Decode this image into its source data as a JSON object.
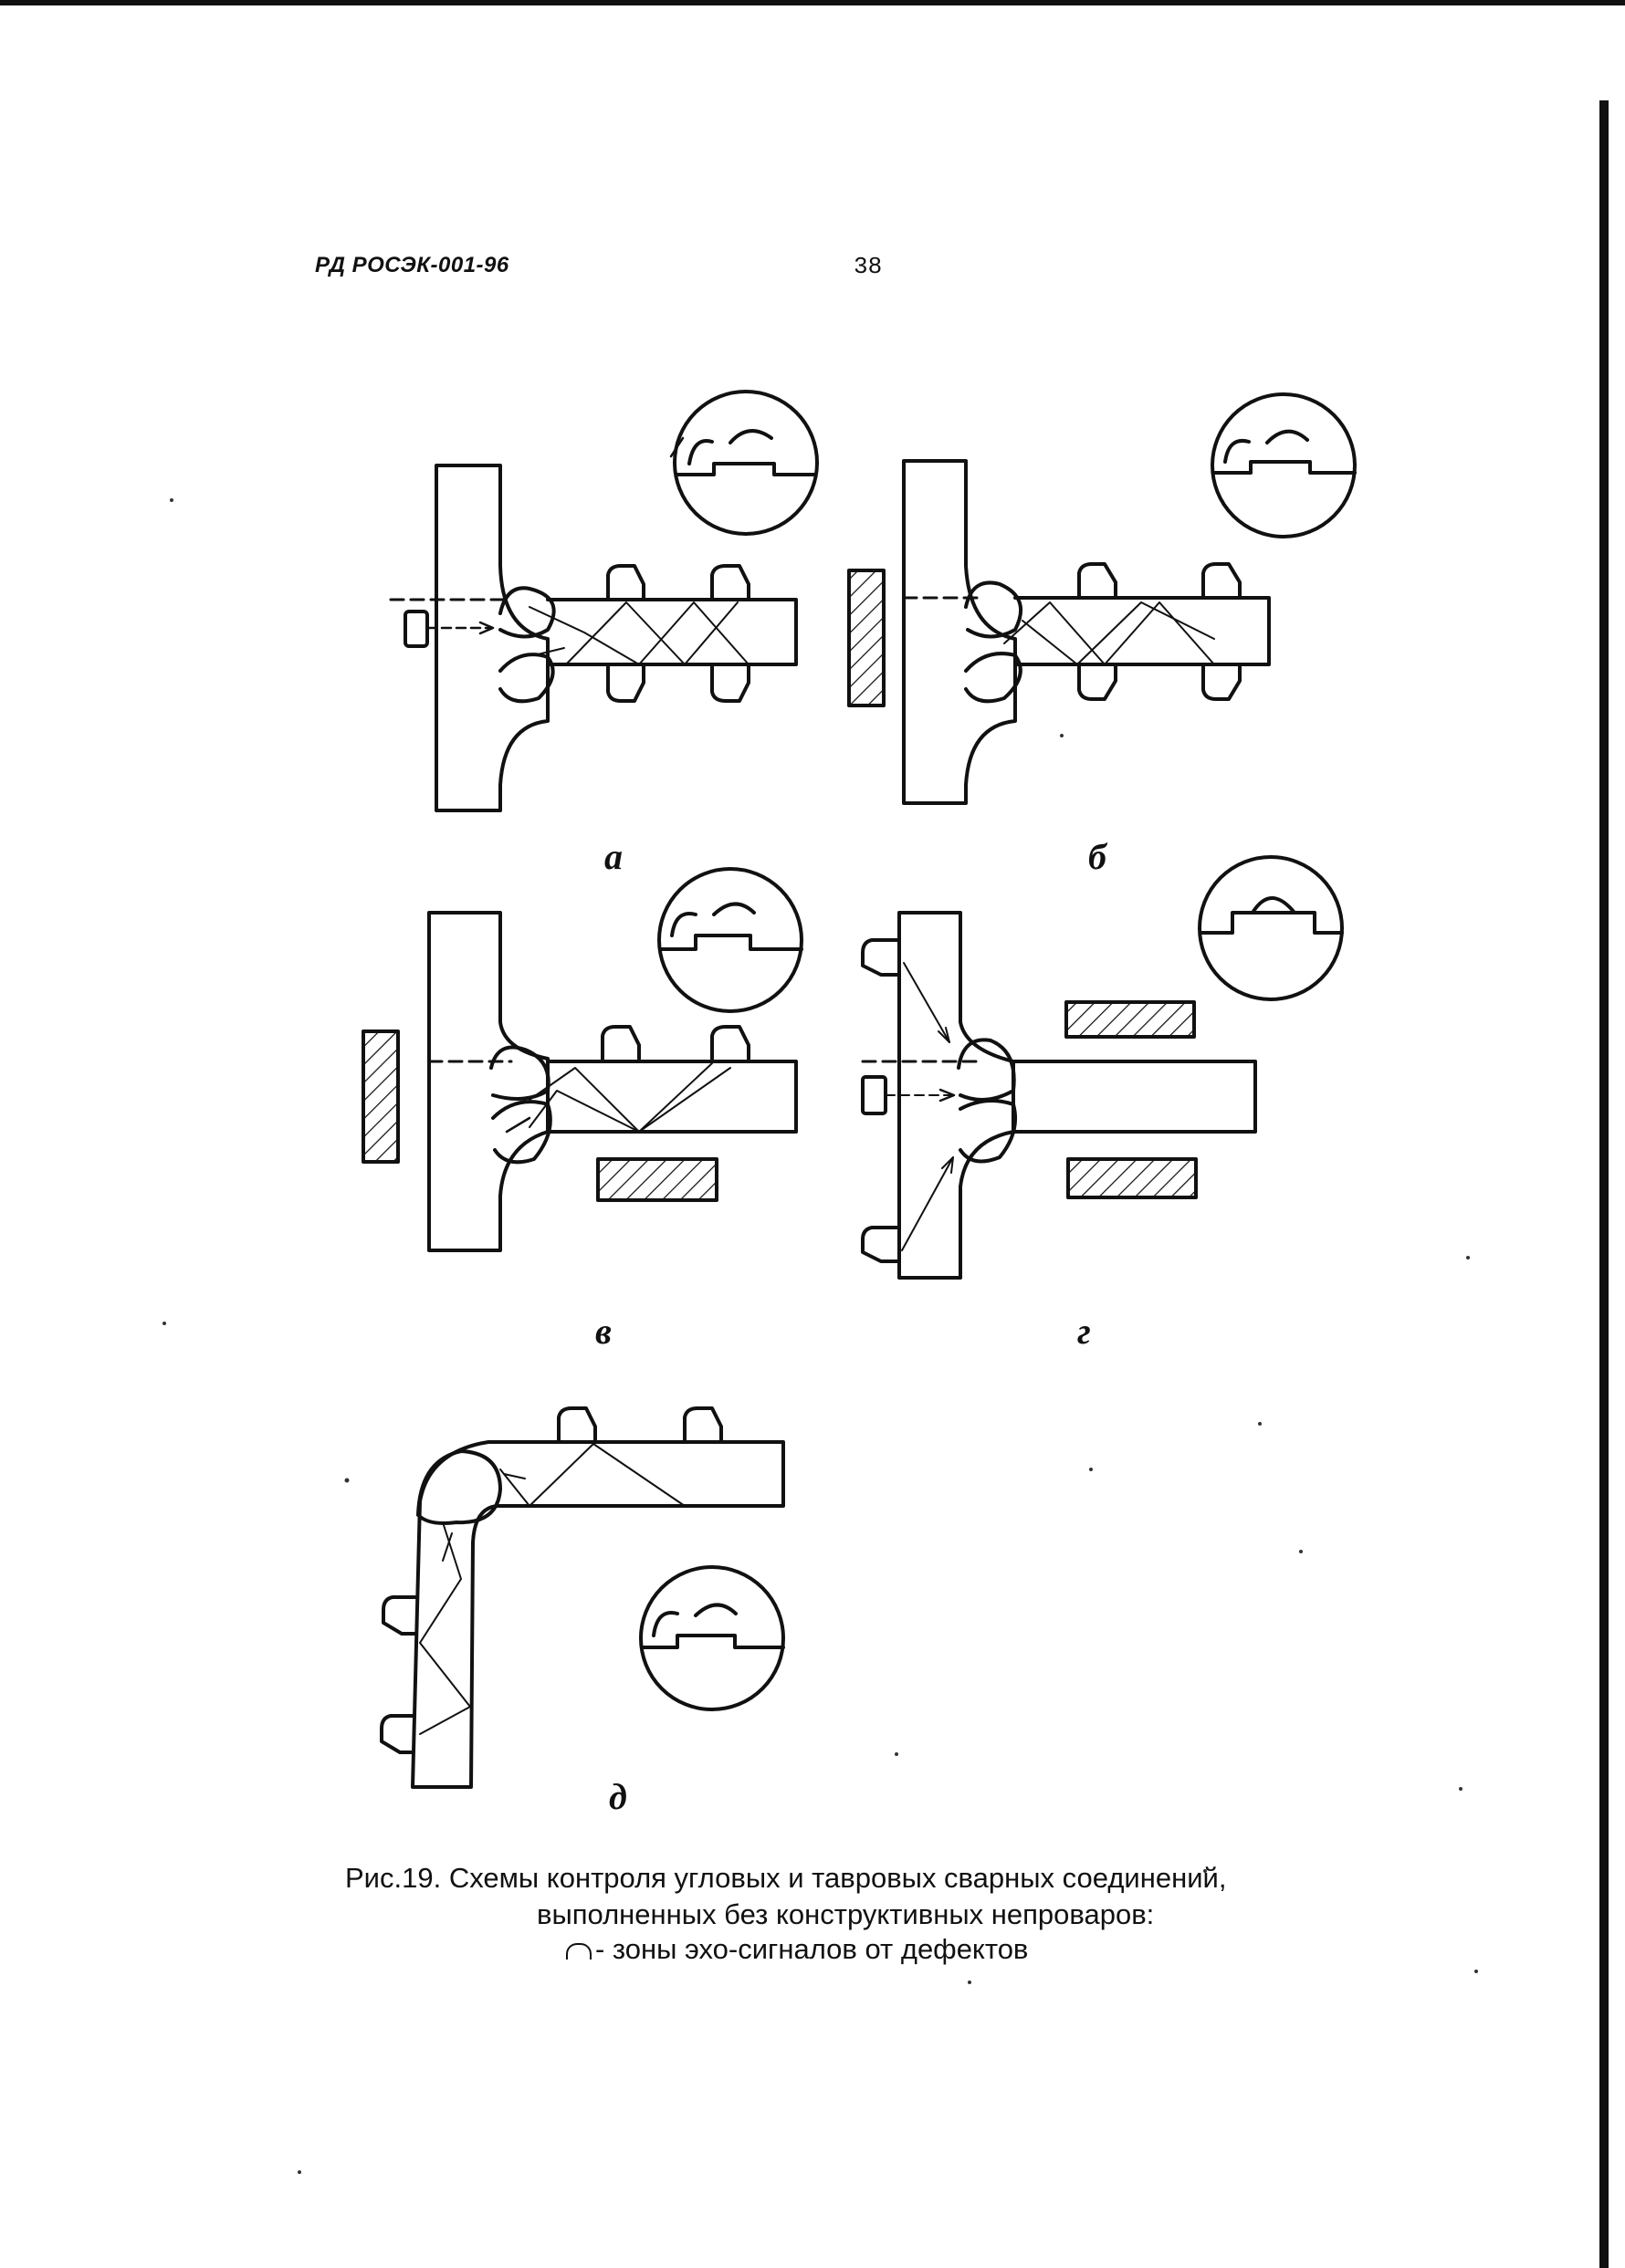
{
  "header": {
    "doc_code": "РД РОСЭК-001-96",
    "page_number": "38"
  },
  "figure": {
    "labels": {
      "a": "а",
      "b": "б",
      "v": "в",
      "g": "г",
      "d": "д"
    }
  },
  "caption": {
    "line1": "Рис.19. Схемы контроля угловых и тавровых сварных соединений,",
    "line2": "выполненных без конструктивных непроваров:",
    "line3": "- зоны эхо-сигналов от дефектов"
  }
}
